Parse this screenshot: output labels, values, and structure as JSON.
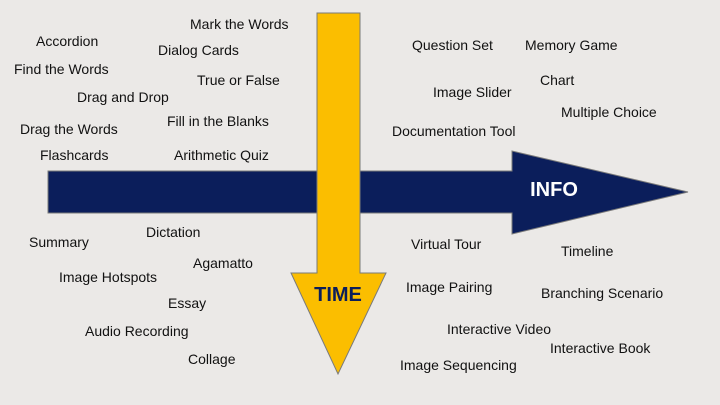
{
  "colors": {
    "background": "#ebe9e7",
    "info_arrow": "#0b1e5b",
    "time_arrow": "#fbbe00",
    "info_text": "#ffffff",
    "time_text": "#0b1e5b",
    "outline": "#7a7a7a"
  },
  "arrows": {
    "info_label": "INFO",
    "time_label": "TIME"
  },
  "quadrants": {
    "top_left": [
      "Mark the Words",
      "Accordion",
      "Dialog Cards",
      "Find the Words",
      "True or False",
      "Drag and Drop",
      "Drag the Words",
      "Fill in the Blanks",
      "Flashcards",
      "Arithmetic Quiz"
    ],
    "top_right": [
      "Question Set",
      "Memory Game",
      "Chart",
      "Image Slider",
      "Multiple Choice",
      "Documentation Tool"
    ],
    "bottom_left": [
      "Dictation",
      "Summary",
      "Agamatto",
      "Image Hotspots",
      "Essay",
      "Audio Recording",
      "Collage"
    ],
    "bottom_right": [
      "Virtual Tour",
      "Timeline",
      "Image Pairing",
      "Branching Scenario",
      "Interactive Video",
      "Interactive Book",
      "Image Sequencing"
    ]
  }
}
